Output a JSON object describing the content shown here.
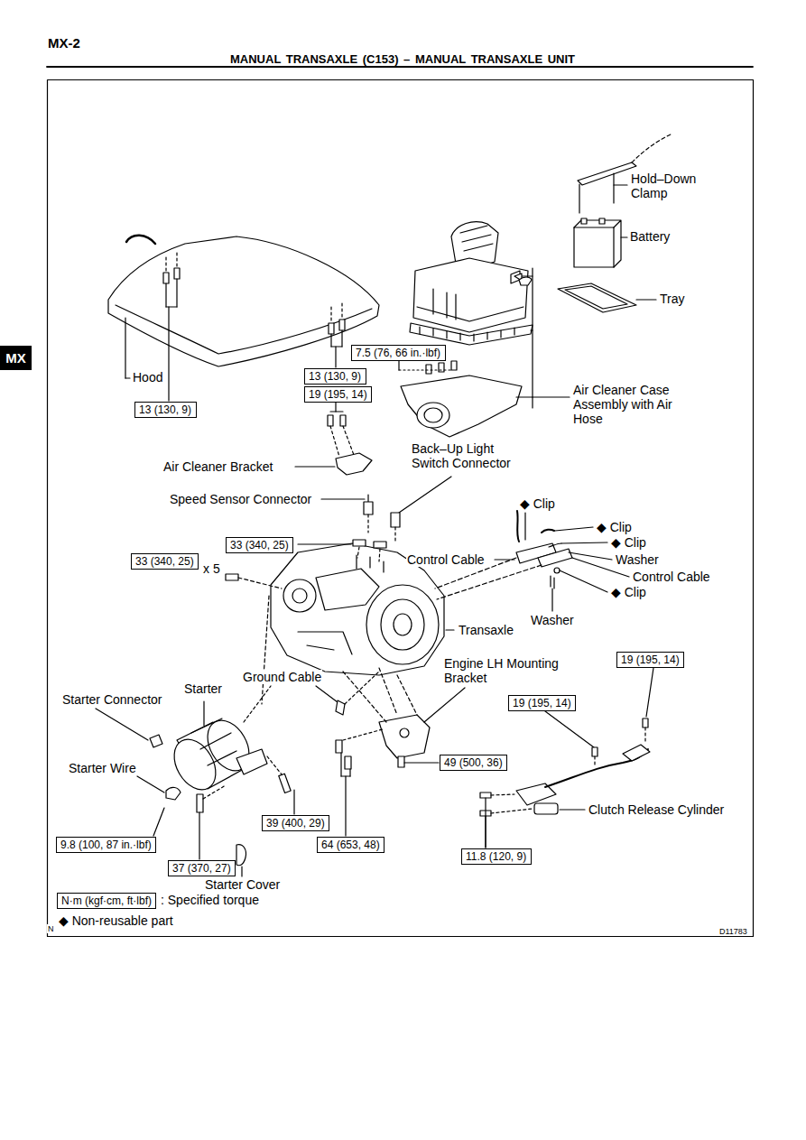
{
  "diagram": {
    "title": "MANUAL TRANSAXLE (C153) – MANUAL TRANSAXLE UNIT",
    "nodes": [
      {
        "text": [
          "MX"
        ]
      },
      {
        "text": [
          "13 (130, 9)"
        ]
      },
      {
        "text": [
          "7.5 (76, 66 in.·lbf)"
        ]
      },
      {
        "text": [
          "13 (130, 9)"
        ]
      },
      {
        "text": [
          "19 (195, 14)"
        ]
      },
      {
        "text": [
          "33 (340, 25)"
        ]
      },
      {
        "text": [
          "33 (340, 25)"
        ]
      },
      {
        "text": [
          "19 (195, 14)"
        ]
      },
      {
        "text": [
          "19 (195, 14)"
        ]
      },
      {
        "text": [
          "49 (500, 36)"
        ]
      },
      {
        "text": [
          "39 (400, 29)"
        ]
      },
      {
        "text": [
          "64 (653, 48)"
        ]
      },
      {
        "text": [
          "9.8 (100, 87 in.·lbf)"
        ]
      },
      {
        "text": [
          "37 (370, 27)"
        ]
      },
      {
        "text": [
          "11.8 (120, 9)"
        ]
      },
      {
        "text": [
          "N·m (kgf·cm, ft·lbf)"
        ]
      }
    ],
    "edges": [],
    "labels": [
      "MX-2",
      "Hold–Down Clamp",
      "Battery",
      "Tray",
      "Hood",
      "Air Cleaner Case Assembly with Air Hose",
      "Back–Up Light Switch Connector",
      "Air Cleaner Bracket",
      "Speed Sensor Connector",
      "◆ Clip",
      "◆ Clip",
      "◆ Clip",
      "Washer",
      "Control Cable",
      "Control Cable",
      "◆ Clip",
      "Washer",
      "Transaxle",
      "x 5",
      "Engine LH Mounting Bracket",
      "Ground Cable",
      "Starter",
      "Starter Connector",
      "Starter Wire",
      "Clutch Release Cylinder",
      "Starter Cover",
      ": Specified torque",
      "◆ Non-reusable part",
      "N",
      "D11783"
    ]
  }
}
